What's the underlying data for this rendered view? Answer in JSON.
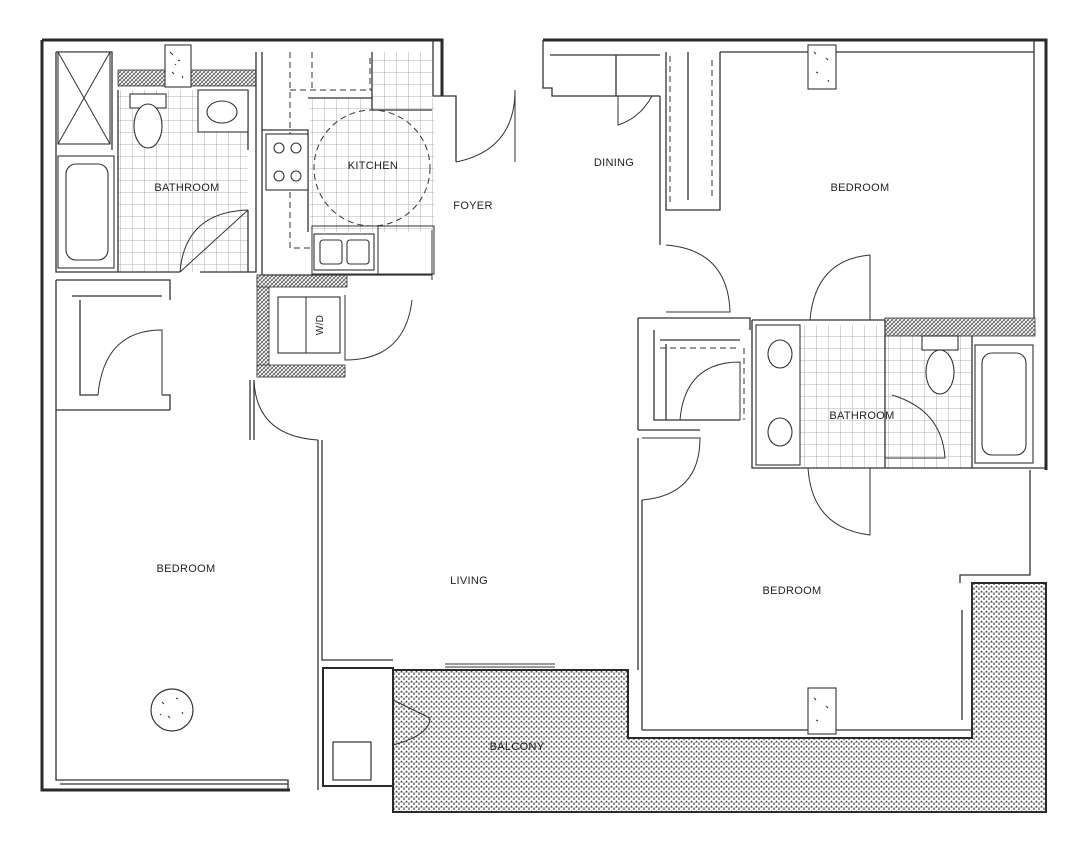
{
  "rooms": {
    "bathroom_1": "BATHROOM",
    "kitchen": "KITCHEN",
    "foyer": "FOYER",
    "dining": "DINING",
    "bedroom_top_right": "BEDROOM",
    "washer_dryer": "W/D",
    "bathroom_2": "BATHROOM",
    "bedroom_left": "BEDROOM",
    "living": "LIVING",
    "bedroom_bottom_right": "BEDROOM",
    "balcony": "BALCONY"
  },
  "colors": {
    "wall": "#2a2a2a",
    "tile_line": "#9a9a9a",
    "hatch": "#555555",
    "background": "#ffffff"
  }
}
